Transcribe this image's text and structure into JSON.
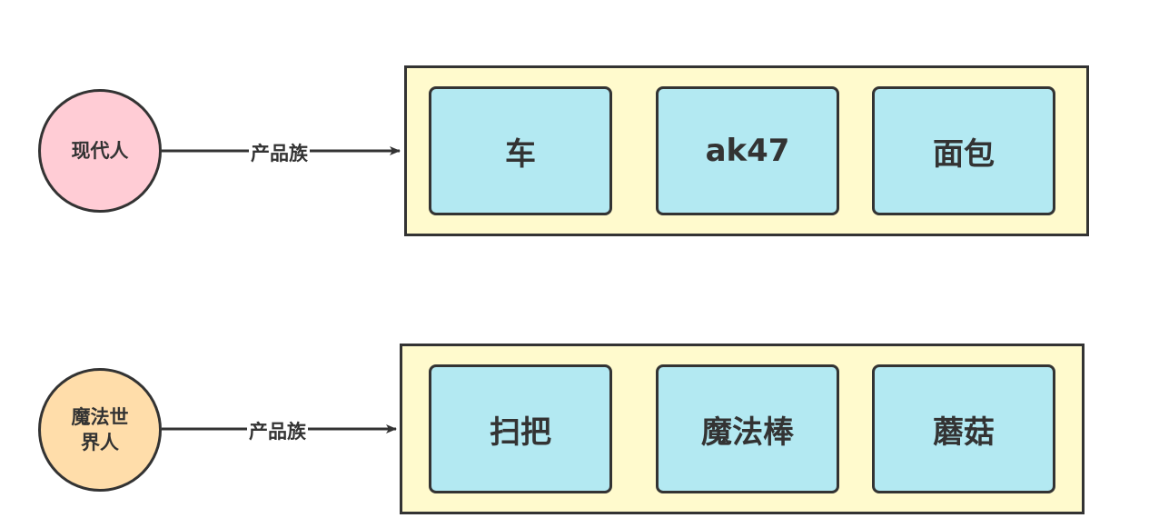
{
  "colors": {
    "stroke": "#333333",
    "modern_circle_fill": "#FFCCD5",
    "magic_circle_fill": "#FFDDAA",
    "group_fill": "#FFFACD",
    "product_fill": "#B3E9F2"
  },
  "rows": [
    {
      "actor": "现代人",
      "edge_label": "产品族",
      "products": [
        "车",
        "ak47",
        "面包"
      ]
    },
    {
      "actor": "魔法世\n界人",
      "edge_label": "产品族",
      "products": [
        "扫把",
        "魔法棒",
        "蘑菇"
      ]
    }
  ]
}
